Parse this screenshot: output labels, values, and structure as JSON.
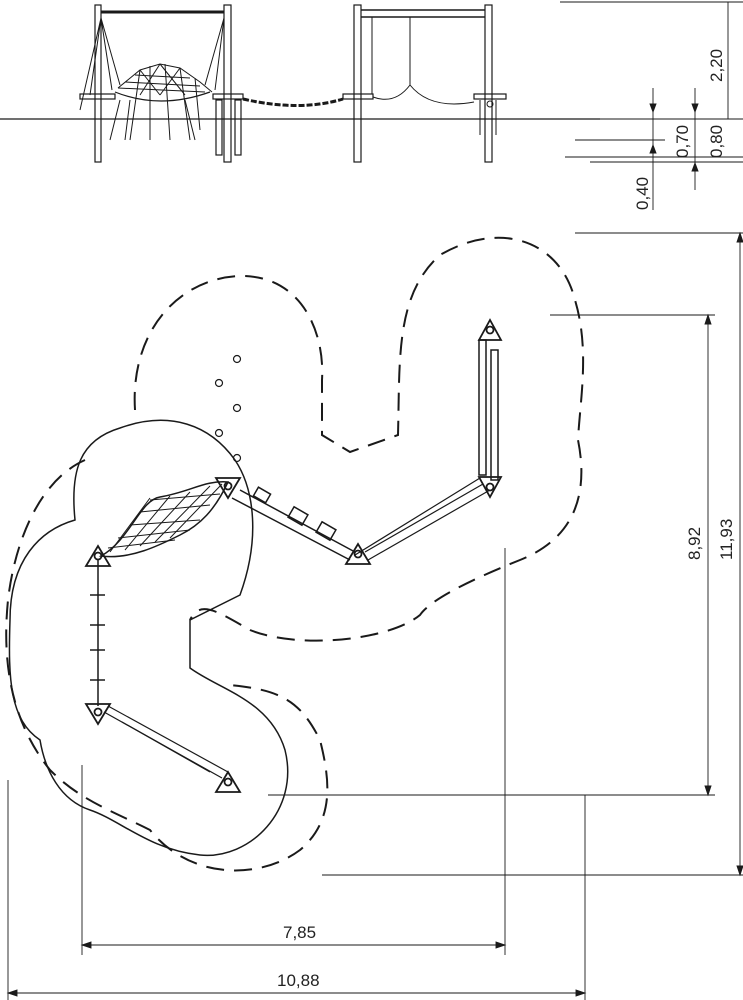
{
  "dimensions": {
    "height_above_ground": "2,20",
    "depth_070": "0,70",
    "depth_080": "0,80",
    "depth_040": "0,40",
    "plan_width_inner": "7,85",
    "plan_width_outer": "10,88",
    "plan_depth_inner": "8,92",
    "plan_depth_outer": "11,93"
  }
}
